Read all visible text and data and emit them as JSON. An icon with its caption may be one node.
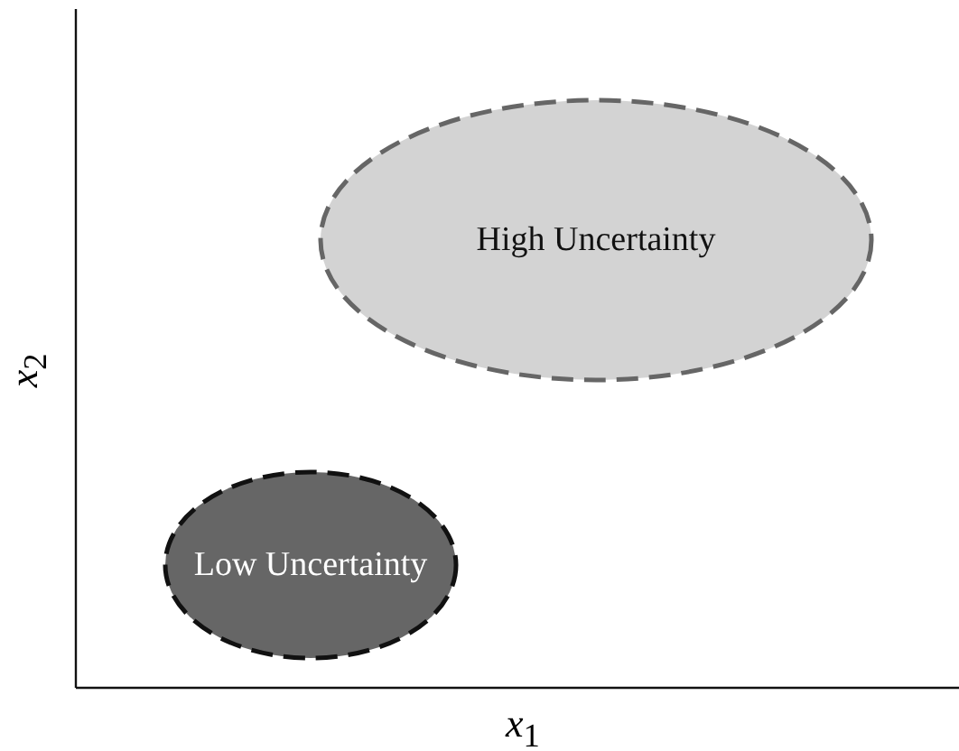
{
  "diagram": {
    "nodes": [
      {
        "text": [
          "High Uncertainty"
        ]
      },
      {
        "text": [
          "Low Uncertainty"
        ]
      }
    ],
    "labels": [
      "*x*$_{2}$",
      "*x*$_{1}$"
    ]
  }
}
